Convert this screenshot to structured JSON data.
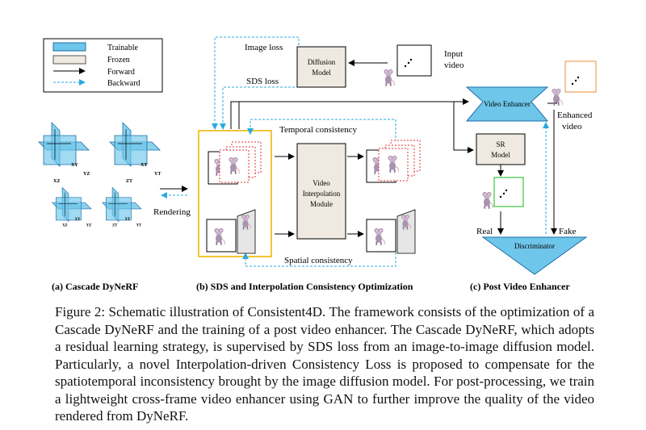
{
  "legend": {
    "trainable": "Trainable",
    "frozen": "Frozen",
    "forward": "Forward",
    "backward": "Backward"
  },
  "colors": {
    "trainable": "#6ec6ea",
    "trainable_stroke": "#1a6fa8",
    "frozen": "#efe9e1",
    "backward": "#29a9e0",
    "optimization_box": "#f2b705",
    "enhanced_frame": "#f0a05a",
    "sr_frame": "#3cc43c",
    "red_dashed": "#e03030"
  },
  "panel_a": {
    "plane_labels": [
      "XY",
      "YZ",
      "XZ",
      "XT",
      "YT",
      "ZT",
      "XY",
      "XZ",
      "YZ",
      "XT",
      "YT",
      "ZT"
    ],
    "rendering_label": "Rendering",
    "caption": "(a) Cascade DyNeRF"
  },
  "panel_b": {
    "image_loss": "Image loss",
    "sds_loss": "SDS loss",
    "diffusion_model": [
      "Diffusion",
      "Model"
    ],
    "input_video": [
      "Input",
      "video"
    ],
    "temporal_consistency": "Temporal consistency",
    "spatial_consistency": "Spatial consistency",
    "video_interpolation": [
      "Video",
      "Interpolation",
      "Module"
    ],
    "caption": "(b) SDS and Interpolation Consistency Optimization"
  },
  "panel_c": {
    "video_enhancer": "Video Enhancer",
    "enhanced_video": [
      "Enhanced",
      "video"
    ],
    "sr_model": [
      "SR",
      "Model"
    ],
    "real": "Real",
    "fake": "Fake",
    "discriminator": "Discriminator",
    "caption": "(c) Post Video Enhancer"
  },
  "figure_caption": {
    "label": "Figure 2:",
    "text": "Schematic illustration of Consistent4D. The framework consists of the optimization of a Cascade DyNeRF and the training of a post video enhancer. The Cascade DyNeRF, which adopts a residual learning strategy, is supervised by SDS loss from an image-to-image diffusion model. Particularly, a novel Interpolation-driven Consistency Loss is proposed to compensate for the spatiotemporal inconsistency brought by the image diffusion model. For post-processing, we train a lightweight cross-frame video enhancer using GAN to further improve the quality of the video rendered from DyNeRF."
  }
}
